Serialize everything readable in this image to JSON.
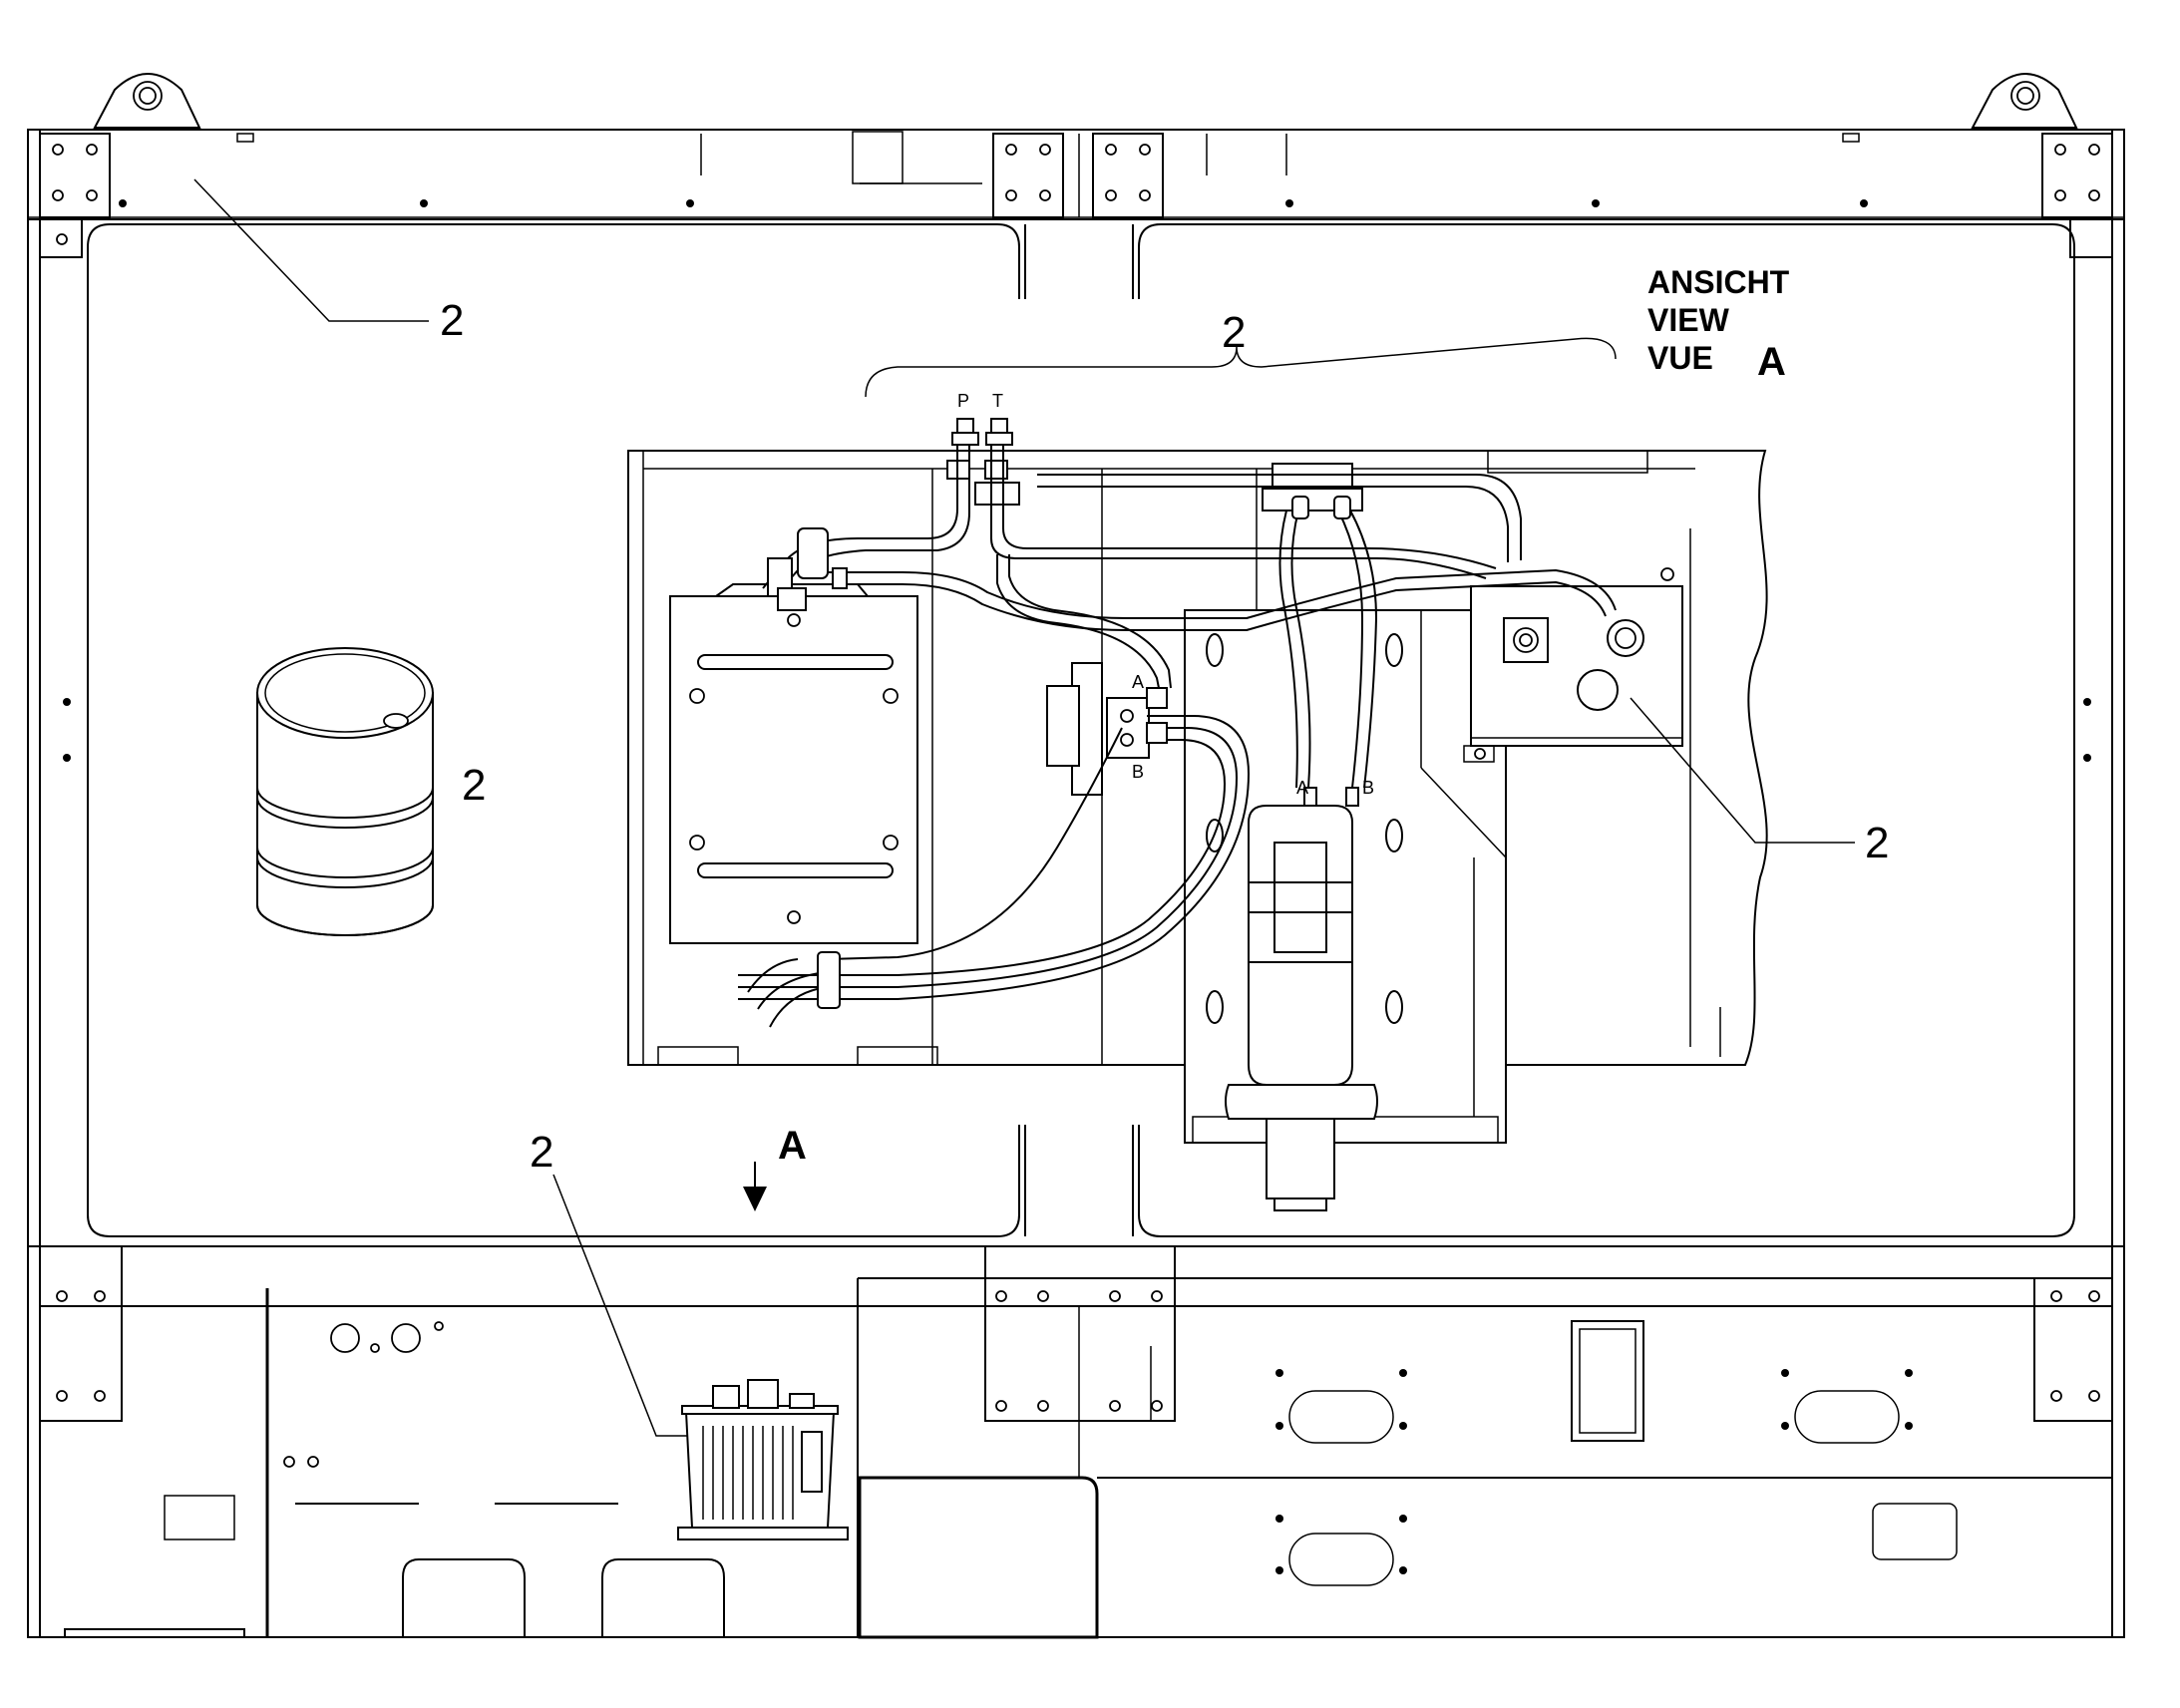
{
  "view_label": {
    "line1": "ANSICHT",
    "line2": "VIEW",
    "line3": "VUE",
    "letter": "A"
  },
  "view_arrow_letter": "A",
  "callouts": [
    {
      "id": "frame-top",
      "text": "2"
    },
    {
      "id": "hose-assembly",
      "text": "2"
    },
    {
      "id": "oil-drum",
      "text": "2"
    },
    {
      "id": "gearbox",
      "text": "2"
    },
    {
      "id": "hydraulic-unit",
      "text": "2"
    }
  ],
  "ports": {
    "pressure": "P",
    "tank": "T",
    "valve_a": "A",
    "valve_b": "B",
    "motor_a": "A",
    "motor_b": "B"
  }
}
